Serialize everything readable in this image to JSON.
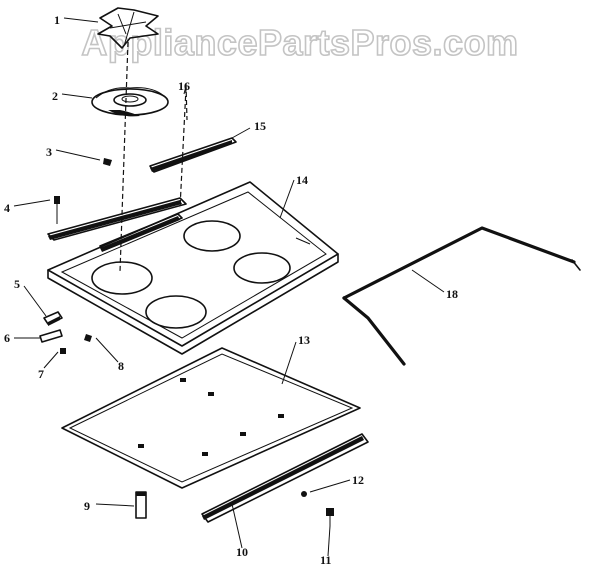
{
  "watermark": "AppliancePartsPros.com",
  "labels": [
    "1",
    "2",
    "3",
    "4",
    "5",
    "6",
    "7",
    "8",
    "9",
    "10",
    "11",
    "12",
    "13",
    "14",
    "15",
    "16",
    "18"
  ],
  "colors": {
    "ink": "#111111",
    "watermark_outline": "#c4c4c4",
    "background": "#ffffff"
  }
}
